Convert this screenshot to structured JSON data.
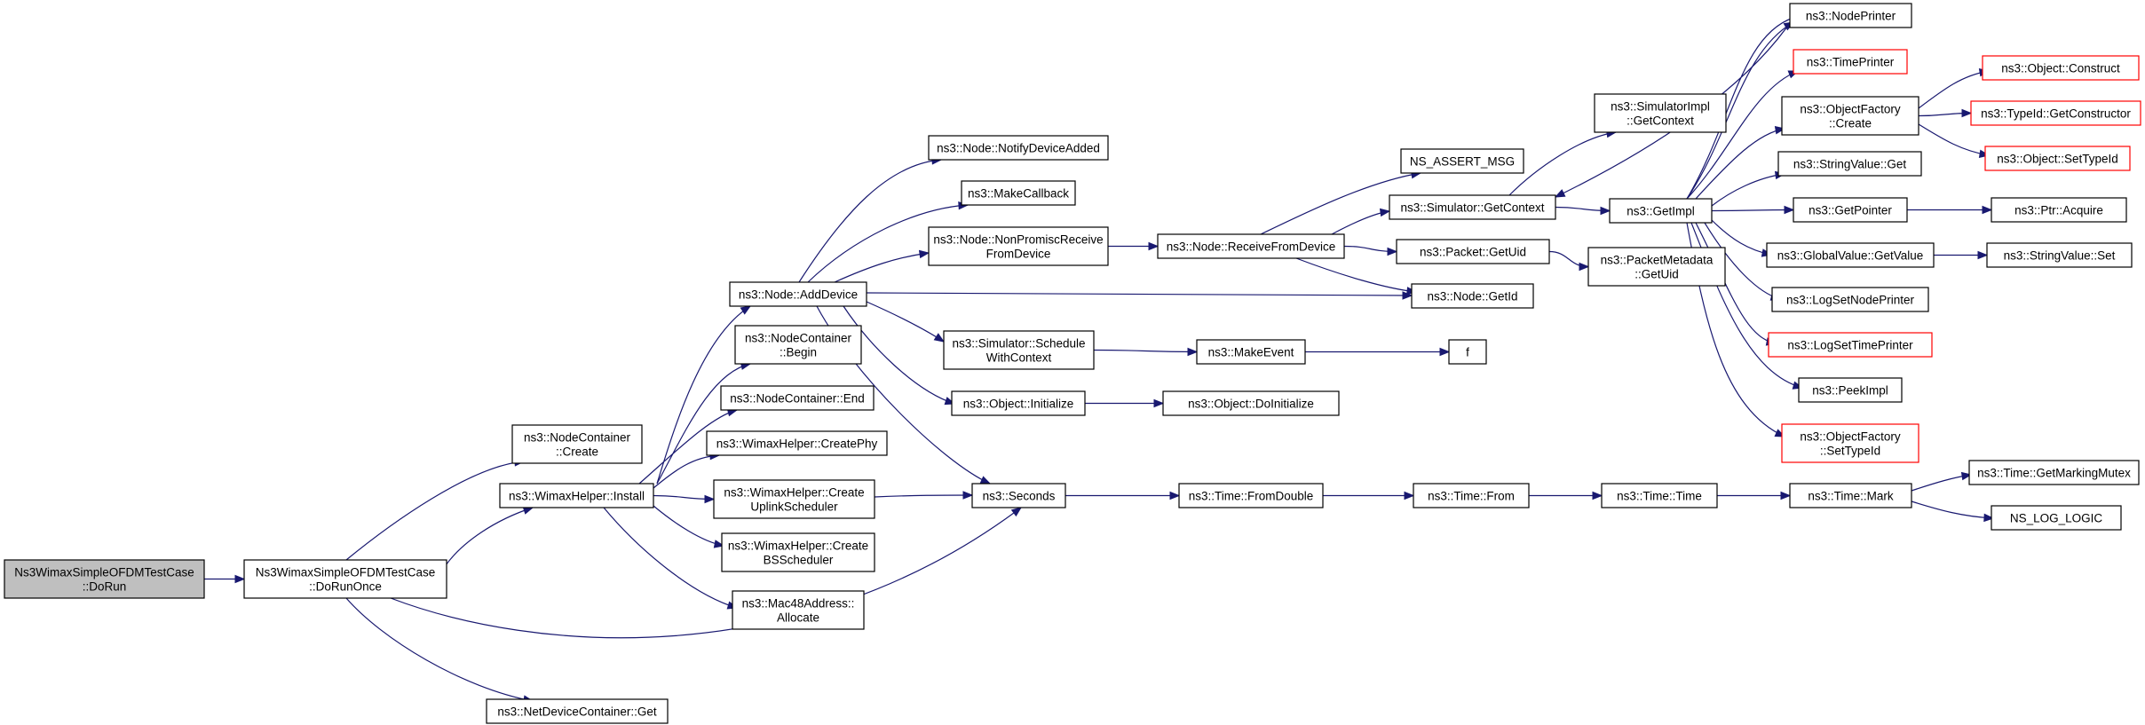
{
  "colors": {
    "edge": "#191970",
    "node_border": "#000000",
    "node_border_incomplete": "#ff0000",
    "root_fill": "#bfbfbf"
  },
  "nodes": [
    {
      "id": "dorun",
      "lines": [
        "Ns3WimaxSimpleOFDMTestCase",
        "::DoRun"
      ],
      "style": "root"
    },
    {
      "id": "doruonce",
      "lines": [
        "Ns3WimaxSimpleOFDMTestCase",
        "::DoRunOnce"
      ]
    },
    {
      "id": "nc_create",
      "lines": [
        "ns3::NodeContainer",
        "::Create"
      ]
    },
    {
      "id": "wh_install",
      "lines": [
        "ns3::WimaxHelper::Install"
      ]
    },
    {
      "id": "ndc_get",
      "lines": [
        "ns3::NetDeviceContainer::Get"
      ]
    },
    {
      "id": "node_adddevice",
      "lines": [
        "ns3::Node::AddDevice"
      ]
    },
    {
      "id": "nc_begin",
      "lines": [
        "ns3::NodeContainer",
        "::Begin"
      ]
    },
    {
      "id": "nc_end",
      "lines": [
        "ns3::NodeContainer::End"
      ]
    },
    {
      "id": "wh_createphy",
      "lines": [
        "ns3::WimaxHelper::CreatePhy"
      ]
    },
    {
      "id": "wh_createuplink",
      "lines": [
        "ns3::WimaxHelper::Create",
        "UplinkScheduler"
      ]
    },
    {
      "id": "wh_createbs",
      "lines": [
        "ns3::WimaxHelper::Create",
        "BSScheduler"
      ]
    },
    {
      "id": "mac48_allocate",
      "lines": [
        "ns3::Mac48Address::",
        "Allocate"
      ]
    },
    {
      "id": "node_notify",
      "lines": [
        "ns3::Node::NotifyDeviceAdded"
      ]
    },
    {
      "id": "makecallback",
      "lines": [
        "ns3::MakeCallback"
      ]
    },
    {
      "id": "node_nonpromisc",
      "lines": [
        "ns3::Node::NonPromiscReceive",
        "FromDevice"
      ]
    },
    {
      "id": "sim_schedule",
      "lines": [
        "ns3::Simulator::Schedule",
        "WithContext"
      ]
    },
    {
      "id": "obj_initialize",
      "lines": [
        "ns3::Object::Initialize"
      ]
    },
    {
      "id": "seconds",
      "lines": [
        "ns3::Seconds"
      ]
    },
    {
      "id": "node_receive",
      "lines": [
        "ns3::Node::ReceiveFromDevice"
      ]
    },
    {
      "id": "makeevent",
      "lines": [
        "ns3::MakeEvent"
      ]
    },
    {
      "id": "obj_doinit",
      "lines": [
        "ns3::Object::DoInitialize"
      ]
    },
    {
      "id": "time_fromdouble",
      "lines": [
        "ns3::Time::FromDouble"
      ]
    },
    {
      "id": "ns_assert",
      "lines": [
        "NS_ASSERT_MSG"
      ]
    },
    {
      "id": "sim_getcontext",
      "lines": [
        "ns3::Simulator::GetContext"
      ]
    },
    {
      "id": "packet_getuid",
      "lines": [
        "ns3::Packet::GetUid"
      ]
    },
    {
      "id": "node_getid",
      "lines": [
        "ns3::Node::GetId"
      ]
    },
    {
      "id": "f",
      "lines": [
        "f"
      ]
    },
    {
      "id": "time_from",
      "lines": [
        "ns3::Time::From"
      ]
    },
    {
      "id": "simimpl_getcontext",
      "lines": [
        "ns3::SimulatorImpl",
        "::GetContext"
      ]
    },
    {
      "id": "getimpl",
      "lines": [
        "ns3::GetImpl"
      ]
    },
    {
      "id": "pm_getuid",
      "lines": [
        "ns3::PacketMetadata",
        "::GetUid"
      ]
    },
    {
      "id": "time_time",
      "lines": [
        "ns3::Time::Time"
      ]
    },
    {
      "id": "nodeprinter",
      "lines": [
        "ns3::NodePrinter"
      ]
    },
    {
      "id": "timeprinter",
      "lines": [
        "ns3::TimePrinter"
      ],
      "style": "red"
    },
    {
      "id": "of_create",
      "lines": [
        "ns3::ObjectFactory",
        "::Create"
      ]
    },
    {
      "id": "sv_get",
      "lines": [
        "ns3::StringValue::Get"
      ]
    },
    {
      "id": "getpointer",
      "lines": [
        "ns3::GetPointer"
      ]
    },
    {
      "id": "gv_getvalue",
      "lines": [
        "ns3::GlobalValue::GetValue"
      ]
    },
    {
      "id": "logsetnodeprinter",
      "lines": [
        "ns3::LogSetNodePrinter"
      ]
    },
    {
      "id": "logsettimeprinter",
      "lines": [
        "ns3::LogSetTimePrinter"
      ],
      "style": "red"
    },
    {
      "id": "peekimpl",
      "lines": [
        "ns3::PeekImpl"
      ]
    },
    {
      "id": "of_settypeid",
      "lines": [
        "ns3::ObjectFactory",
        "::SetTypeId"
      ],
      "style": "red"
    },
    {
      "id": "time_mark",
      "lines": [
        "ns3::Time::Mark"
      ]
    },
    {
      "id": "obj_construct",
      "lines": [
        "ns3::Object::Construct"
      ],
      "style": "red"
    },
    {
      "id": "typeid_getctor",
      "lines": [
        "ns3::TypeId::GetConstructor"
      ],
      "style": "red"
    },
    {
      "id": "obj_settypeid",
      "lines": [
        "ns3::Object::SetTypeId"
      ],
      "style": "red"
    },
    {
      "id": "ptr_acquire",
      "lines": [
        "ns3::Ptr::Acquire"
      ]
    },
    {
      "id": "sv_set",
      "lines": [
        "ns3::StringValue::Set"
      ]
    },
    {
      "id": "time_getmarking",
      "lines": [
        "ns3::Time::GetMarkingMutex"
      ]
    },
    {
      "id": "ns_log_logic",
      "lines": [
        "NS_LOG_LOGIC"
      ]
    }
  ],
  "edges": [
    [
      "dorun",
      "doruonce"
    ],
    [
      "doruonce",
      "nc_create"
    ],
    [
      "doruonce",
      "wh_install"
    ],
    [
      "doruonce",
      "seconds"
    ],
    [
      "doruonce",
      "ndc_get"
    ],
    [
      "wh_install",
      "node_adddevice"
    ],
    [
      "wh_install",
      "nc_begin"
    ],
    [
      "wh_install",
      "nc_end"
    ],
    [
      "wh_install",
      "wh_createphy"
    ],
    [
      "wh_install",
      "wh_createuplink"
    ],
    [
      "wh_install",
      "wh_createbs"
    ],
    [
      "wh_install",
      "mac48_allocate"
    ],
    [
      "node_adddevice",
      "node_notify"
    ],
    [
      "node_adddevice",
      "makecallback"
    ],
    [
      "node_adddevice",
      "node_nonpromisc"
    ],
    [
      "node_adddevice",
      "node_getid"
    ],
    [
      "node_adddevice",
      "sim_schedule"
    ],
    [
      "node_adddevice",
      "obj_initialize"
    ],
    [
      "node_adddevice",
      "seconds"
    ],
    [
      "wh_createuplink",
      "seconds"
    ],
    [
      "node_nonpromisc",
      "node_receive"
    ],
    [
      "node_receive",
      "ns_assert"
    ],
    [
      "node_receive",
      "sim_getcontext"
    ],
    [
      "node_receive",
      "packet_getuid"
    ],
    [
      "node_receive",
      "node_getid"
    ],
    [
      "sim_schedule",
      "makeevent"
    ],
    [
      "makeevent",
      "f"
    ],
    [
      "obj_initialize",
      "obj_doinit"
    ],
    [
      "seconds",
      "time_fromdouble"
    ],
    [
      "time_fromdouble",
      "time_from"
    ],
    [
      "time_from",
      "time_time"
    ],
    [
      "time_time",
      "time_mark"
    ],
    [
      "sim_getcontext",
      "simimpl_getcontext"
    ],
    [
      "sim_getcontext",
      "getimpl"
    ],
    [
      "packet_getuid",
      "pm_getuid"
    ],
    [
      "getimpl",
      "nodeprinter"
    ],
    [
      "getimpl",
      "timeprinter"
    ],
    [
      "getimpl",
      "of_create"
    ],
    [
      "getimpl",
      "sv_get"
    ],
    [
      "getimpl",
      "getpointer"
    ],
    [
      "getimpl",
      "gv_getvalue"
    ],
    [
      "getimpl",
      "logsetnodeprinter"
    ],
    [
      "getimpl",
      "logsettimeprinter"
    ],
    [
      "getimpl",
      "peekimpl"
    ],
    [
      "getimpl",
      "of_settypeid"
    ],
    [
      "getimpl",
      "sim_getcontext"
    ],
    [
      "of_create",
      "obj_construct"
    ],
    [
      "of_create",
      "typeid_getctor"
    ],
    [
      "of_create",
      "obj_settypeid"
    ],
    [
      "getpointer",
      "ptr_acquire"
    ],
    [
      "gv_getvalue",
      "sv_set"
    ],
    [
      "time_mark",
      "time_getmarking"
    ],
    [
      "time_mark",
      "ns_log_logic"
    ]
  ]
}
